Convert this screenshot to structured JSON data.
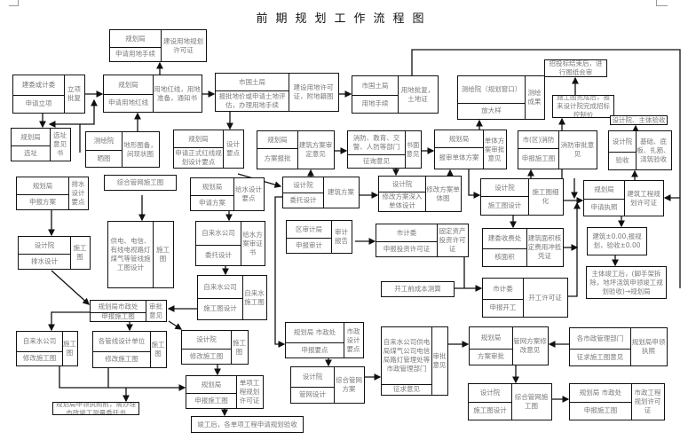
{
  "title": "前期规划工作流程图",
  "boxes": [
    {
      "top": "规划局",
      "bottom": "申请用地手续",
      "right": "建设用地规划许可证"
    },
    {
      "top": "建委或计委",
      "bottom": "申请立项",
      "right": "立项批复"
    },
    {
      "top": "规划局",
      "bottom": "申请用地红线",
      "right": "用地红线，用地准备，通知书"
    },
    {
      "top": "市国土局",
      "bottom": "报批地价或申请土地评估，办理用地手续",
      "right": "建设用地许可证，附地籍图"
    },
    {
      "top": "市国土局",
      "bottom": "用地手续",
      "right": "用地批复，土地证"
    },
    {
      "top": "测绘院（规划窗口）",
      "bottom": "放大样",
      "right": "测绘成果"
    },
    {
      "text": "招投标结束后，进行图纸会审"
    },
    {
      "text": "施工图完成后，报来设计院完成招标控制价"
    },
    {
      "text": "设计院、主体验收"
    },
    {
      "top": "规划局",
      "bottom": "选址",
      "right": "选址意见书"
    },
    {
      "top": "测绘院",
      "bottom": "晒图",
      "right": "地形图备，间现状图"
    },
    {
      "top": "规划局",
      "bottom": "申请正式红线规划设计要点",
      "right": "设计要点"
    },
    {
      "top": "规划局",
      "bottom": "方案报批",
      "right": "建筑方案审定意见"
    },
    {
      "top": "消防、教育、交警、人防等部门",
      "bottom": "征询意见",
      "right": "书面意见"
    },
    {
      "top": "规划局",
      "bottom": "报审单体方案",
      "right": "单体方案审批意见"
    },
    {
      "top": "市(区)消防",
      "bottom": "申报施工图",
      "right": "消防审批意见"
    },
    {
      "top": "设计院",
      "bottom": "验收",
      "right": "基础、底板、扎筋、浇筑验收"
    },
    {
      "top": "规划局",
      "bottom": "申报方案",
      "right": "排水设计要点"
    },
    {
      "text": "综合管网施工图"
    },
    {
      "top": "规划局",
      "bottom": "申请方案",
      "right": "给水设计要点"
    },
    {
      "top": "设计院",
      "bottom": "委托设计",
      "right": "建筑方案"
    },
    {
      "top": "设计院",
      "bottom": "修改方案深入单体设计",
      "right": "修改方案单体图"
    },
    {
      "top": "设计院",
      "bottom": "施工图设计",
      "right": "施工图细化"
    },
    {
      "top": "规划局",
      "bottom": "申请执照",
      "right": "建筑工程规划许可证"
    },
    {
      "top": "设计院",
      "bottom": "排水设计",
      "right": "施工图"
    },
    {
      "top": "供电、电信、有线电视路灯煤气等管线施工图设计",
      "right": "施工图"
    },
    {
      "top": "自来水公司",
      "bottom": "委托设计",
      "right": "给水方案审证书"
    },
    {
      "top": "自来水公司",
      "bottom": "施工图设计",
      "right": "自来水施工图"
    },
    {
      "top": "区审计局",
      "bottom": "申报审计",
      "right": "审计报告"
    },
    {
      "top": "市计委",
      "bottom": "申报投资许可证",
      "right": "固定资产投资许可证"
    },
    {
      "top": "建委收费处",
      "bottom": "核面积",
      "right": "建筑面积核定费用冲抵凭证"
    },
    {
      "text": "建筑±0.00,报规划，验收±0.00"
    },
    {
      "text": "主体竣工后，(脚手架拆除，地坪浇筑申领竣工规划验收)→规划局"
    },
    {
      "text": "开工前成本测算"
    },
    {
      "top": "市计委",
      "bottom": "申报开工",
      "right": "开工许可证"
    },
    {
      "top": "规划局市政处",
      "bottom": "申报施工图",
      "right": "审批意见"
    },
    {
      "top": "自来水公司",
      "bottom": "修改施工图",
      "right": "施工图"
    },
    {
      "top": "各管线设计单位",
      "bottom": "修改施工图",
      "right": "施工图"
    },
    {
      "top": "设计院",
      "bottom": "修改施工图",
      "right": "施工图"
    },
    {
      "top": "规划局",
      "bottom": "申报施工图",
      "right": "单项工程规划许可证"
    },
    {
      "text": "规划局申领执照前，需办理市政竣工测量委托书"
    },
    {
      "text": "竣工后，各单项工程申请规划验收"
    },
    {
      "top": "规划局 市政处",
      "bottom": "申报要点",
      "right": "市政设计要点"
    },
    {
      "top": "设计院",
      "bottom": "管网设计",
      "right": "综合管网方案"
    },
    {
      "top": "自来水公司供电局煤气公司电信局路灯管理处等市政管理部门",
      "bottom": "征求意见",
      "right": "审批意见"
    },
    {
      "top": "规划局",
      "bottom": "方案审批",
      "right": "管网方案修改意见"
    },
    {
      "top": "各市政管理部门",
      "bottom": "征求施工图意见",
      "right": "规划局申领执照"
    },
    {
      "top": "设计院",
      "bottom": "施工图设计",
      "right": "综合管网施工图"
    },
    {
      "top": "规划局 市政处",
      "bottom": "申报施工图",
      "right": "市政工程规划许可证"
    }
  ]
}
